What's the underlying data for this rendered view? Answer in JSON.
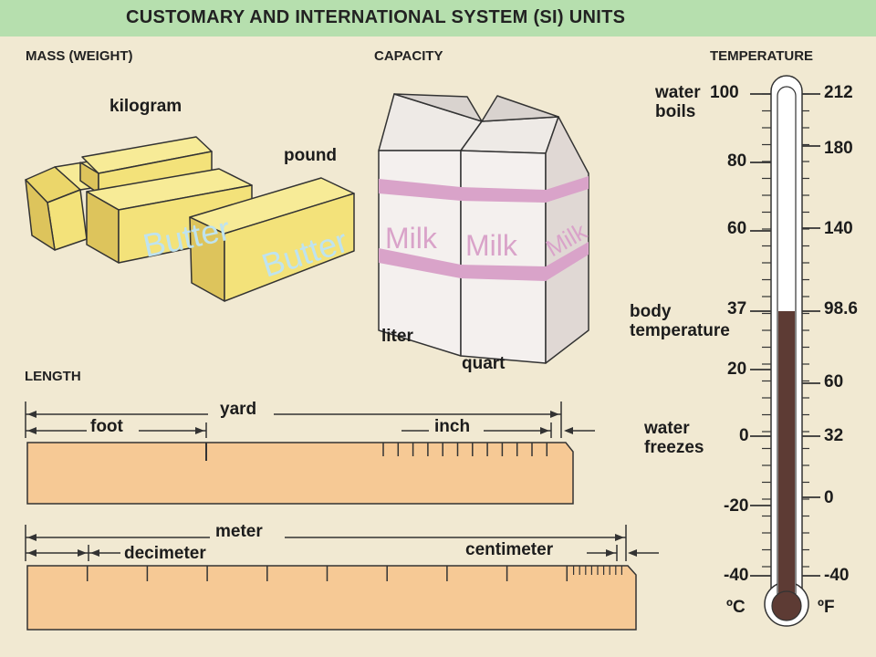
{
  "title": "CUSTOMARY AND INTERNATIONAL SYSTEM (SI) UNITS",
  "sections": {
    "mass": "MASS (WEIGHT)",
    "capacity": "CAPACITY",
    "temperature": "TEMPERATURE",
    "length": "LENGTH"
  },
  "mass": {
    "kilogram": "kilogram",
    "pound": "pound",
    "butter_text": "Butter"
  },
  "capacity": {
    "liter": "liter",
    "quart": "quart",
    "milk_text": "Milk"
  },
  "length": {
    "yard": "yard",
    "foot": "foot",
    "inch": "inch",
    "meter": "meter",
    "decimeter": "decimeter",
    "centimeter": "centimeter"
  },
  "temperature": {
    "celsius_unit": "ºC",
    "fahrenheit_unit": "ºF",
    "water_boils": [
      "water",
      "boils"
    ],
    "body_temperature": [
      "body",
      "temperature"
    ],
    "water_freezes": [
      "water",
      "freezes"
    ],
    "celsius_scale": [
      "100",
      "80",
      "60",
      "37",
      "20",
      "0",
      "-20",
      "-40"
    ],
    "fahrenheit_scale": [
      "212",
      "180",
      "140",
      "98.6",
      "60",
      "32",
      "0",
      "-40"
    ],
    "mercury_level_celsius": 37
  },
  "colors": {
    "header_bg": "#b6dfae",
    "page_bg": "#f1e9d2",
    "butter": "#f3e27a",
    "butter_text": "#bfe3ef",
    "milk_text": "#d9a3c9",
    "ruler": "#f6c995",
    "mercury": "#5d3b34"
  }
}
